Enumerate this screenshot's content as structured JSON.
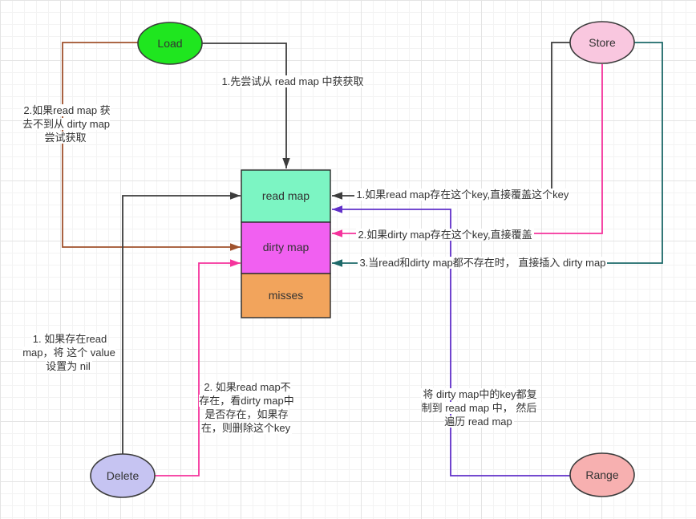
{
  "canvas": {
    "background": "#ffffff",
    "grid_minor_color": "#f3f3f3",
    "grid_major_color": "#e4e4e4"
  },
  "nodes": {
    "load": {
      "label": "Load",
      "fill": "#1fe61f",
      "stroke": "#3b3b3b"
    },
    "store": {
      "label": "Store",
      "fill": "#f9c7df",
      "stroke": "#3b3b3b"
    },
    "delete": {
      "label": "Delete",
      "fill": "#c6c4f2",
      "stroke": "#3b3b3b"
    },
    "range": {
      "label": "Range",
      "fill": "#f7b0b0",
      "stroke": "#3b3b3b"
    },
    "read_map": {
      "label": "read map",
      "fill": "#7cf5c3",
      "stroke": "#2b2b2b"
    },
    "dirty_map": {
      "label": "dirty map",
      "fill": "#f160f1",
      "stroke": "#2b2b2b"
    },
    "misses": {
      "label": "misses",
      "fill": "#f2a45c",
      "stroke": "#2b2b2b"
    }
  },
  "labels": {
    "load_step1": "1.先尝试从 read map 中获获取",
    "load_step2": "2.如果read map 获\n去不到从 dirty map\n尝试获取",
    "store_step1": "1.如果read map存在这个key,直接覆盖这个key",
    "store_step2": "2.如果dirty map存在这个key,直接覆盖",
    "store_step3": "3.当read和dirty map都不存在时， 直接插入 dirty map",
    "delete_step1": "1. 如果存在read\nmap，将 这个 value\n设置为 nil",
    "delete_step2": "2. 如果read map不\n存在，看dirty map中\n是否存在，如果存\n在，则删除这个key",
    "range_note": "将 dirty map中的key都复\n制到 read map 中， 然后\n遍历 read map"
  },
  "edge_colors": {
    "black": "#3c3c3c",
    "brown": "#a0522d",
    "pink": "#f5339c",
    "teal": "#1d6969",
    "purple": "#6130c9"
  }
}
